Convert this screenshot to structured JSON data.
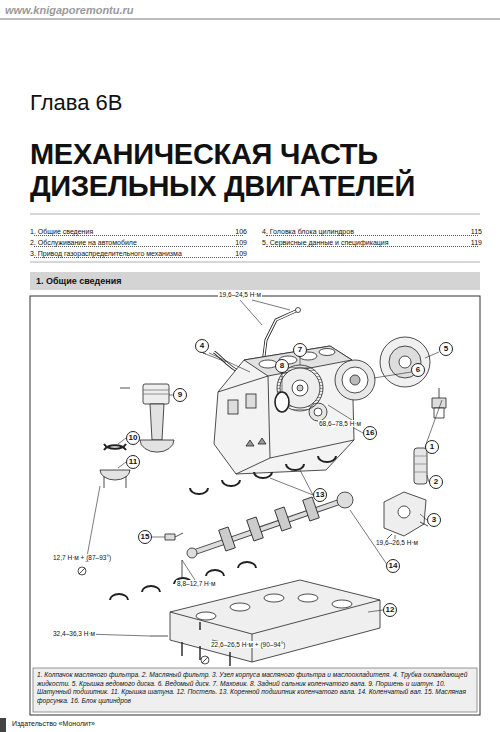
{
  "diagram": {
    "title": "МЕХАНИЧЕСКАЯ ЧАСТЬ ДИЗЕЛЬНЫХ ДВИГАТЕЛЕЙ",
    "caption": "1. Колпачок масляного фильтра. 2. Масляный фильтр. 3. Узел корпуса масляного фильтра и маслоохладителя. 4. Трубка охлаждающей жидкости. 5. Крышка ведомого диска. 6. Ведомый диск. 7. Маховик. 8. Задний сальник коленчатого вала. 9. Поршень и шатун. 10. Шатунный подшипник. 11. Крышка шатуна. 12. Постель. 13. Коренной подшипник коленчатого вала. 14. Коленчатый вал. 15. Масляная форсунка. 16. Блок цилиндров",
    "nodes": [
      {
        "text": [
          "1. Общие сведения"
        ]
      },
      {
        "text": [
          "1"
        ]
      },
      {
        "text": [
          "2"
        ]
      },
      {
        "text": [
          "3"
        ]
      },
      {
        "text": [
          "4"
        ]
      },
      {
        "text": [
          "5"
        ]
      },
      {
        "text": [
          "6"
        ]
      },
      {
        "text": [
          "7"
        ]
      },
      {
        "text": [
          "8"
        ]
      },
      {
        "text": [
          "9"
        ]
      },
      {
        "text": [
          "10"
        ]
      },
      {
        "text": [
          "11"
        ]
      },
      {
        "text": [
          "12"
        ]
      },
      {
        "text": [
          "13"
        ]
      },
      {
        "text": [
          "14"
        ]
      },
      {
        "text": [
          "15"
        ]
      },
      {
        "text": [
          "16"
        ]
      }
    ],
    "labels": [
      "www.knigaporemontu.ru",
      "Глава 6В",
      "1. Общие сведения",
      "106",
      "2. Обслуживание на автомобиле",
      "109",
      "3. Привод газораспределительного механизма",
      "109",
      "4. Головка блока цилиндров",
      "115",
      "5. Сервисные данные и спецификация",
      "119",
      "19,6–24,5 Н·м",
      "68,6–78,5 Н·м",
      "19,6–26,5 Н·м",
      "12,7 Н·м + (87–93°)",
      "8,8–12,7 Н·м",
      "32,4–36,3 Н·м",
      "22,6–26,5 Н·м + (90–94°)",
      "Издательство «Монолит»"
    ]
  }
}
